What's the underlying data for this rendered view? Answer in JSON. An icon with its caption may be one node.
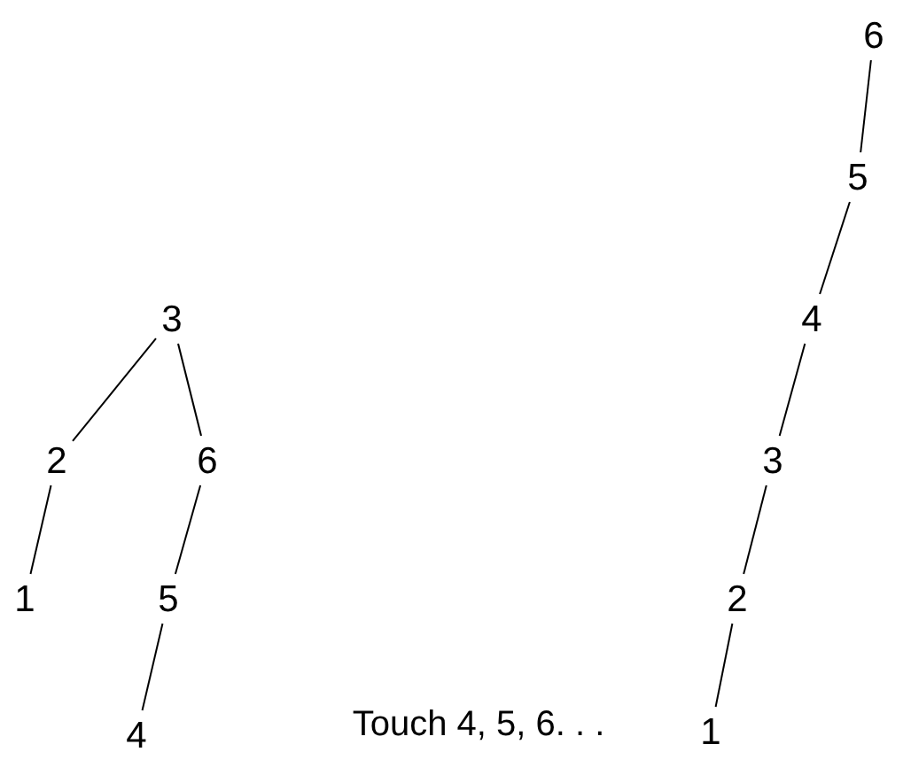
{
  "diagram": {
    "nodes": [
      {
        "text": [
          "3"
        ]
      },
      {
        "text": [
          "2"
        ]
      },
      {
        "text": [
          "6"
        ]
      },
      {
        "text": [
          "1"
        ]
      },
      {
        "text": [
          "5"
        ]
      },
      {
        "text": [
          "4"
        ]
      },
      {
        "text": [
          "6"
        ]
      },
      {
        "text": [
          "5"
        ]
      },
      {
        "text": [
          "4"
        ]
      },
      {
        "text": [
          "3"
        ]
      },
      {
        "text": [
          "2"
        ]
      },
      {
        "text": [
          "1"
        ]
      }
    ],
    "edges": [
      {
        "from": 0,
        "to": 1,
        "arrow": "none"
      },
      {
        "from": 0,
        "to": 2,
        "arrow": "none"
      },
      {
        "from": 1,
        "to": 3,
        "arrow": "none"
      },
      {
        "from": 2,
        "to": 4,
        "arrow": "none"
      },
      {
        "from": 4,
        "to": 5,
        "arrow": "none"
      },
      {
        "from": 6,
        "to": 7,
        "arrow": "none"
      },
      {
        "from": 7,
        "to": 8,
        "arrow": "none"
      },
      {
        "from": 8,
        "to": 9,
        "arrow": "none"
      },
      {
        "from": 9,
        "to": 10,
        "arrow": "none"
      },
      {
        "from": 10,
        "to": 11,
        "arrow": "none"
      }
    ],
    "labels": [
      "Touch 4, 5, 6. . ."
    ]
  }
}
